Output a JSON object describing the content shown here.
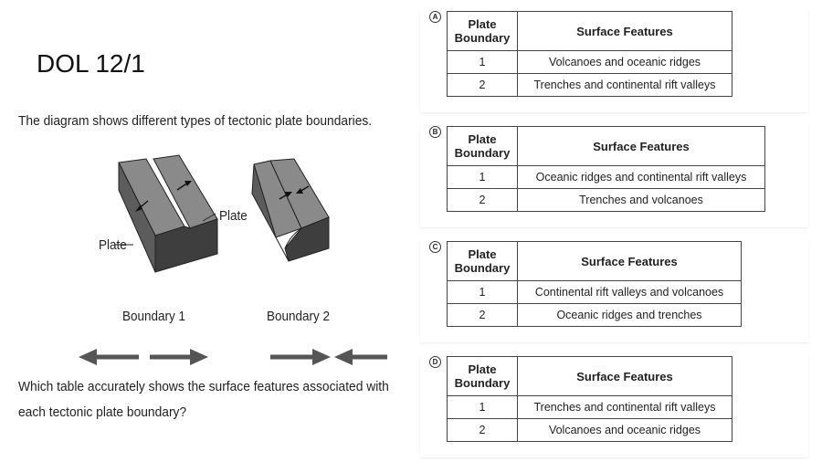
{
  "slide": {
    "title": "DOL 12/1",
    "intro": "The diagram shows different types of tectonic plate boundaries.",
    "question": "Which table accurately shows the surface features associated with each tectonic plate boundary?"
  },
  "diagram": {
    "plate_label_left": "Plate",
    "plate_label_right": "Plate",
    "boundary1_label": "Boundary 1",
    "boundary2_label": "Boundary 2"
  },
  "table_headers": {
    "col1": "Plate Boundary",
    "col2": "Surface Features"
  },
  "options": [
    {
      "letter": "A",
      "rows": [
        {
          "boundary": "1",
          "features": "Volcanoes and oceanic ridges"
        },
        {
          "boundary": "2",
          "features": "Trenches and continental rift valleys"
        }
      ]
    },
    {
      "letter": "B",
      "rows": [
        {
          "boundary": "1",
          "features": "Oceanic ridges and continental rift valleys"
        },
        {
          "boundary": "2",
          "features": "Trenches and volcanoes"
        }
      ]
    },
    {
      "letter": "C",
      "rows": [
        {
          "boundary": "1",
          "features": "Continental rift valleys and volcanoes"
        },
        {
          "boundary": "2",
          "features": "Oceanic ridges and trenches"
        }
      ]
    },
    {
      "letter": "D",
      "rows": [
        {
          "boundary": "1",
          "features": "Trenches and continental rift valleys"
        },
        {
          "boundary": "2",
          "features": "Volcanoes and oceanic ridges"
        }
      ]
    }
  ],
  "colors": {
    "block_face": "#6e6e6e",
    "block_top": "#9a9a9a",
    "block_side": "#3c3c3c",
    "arrow": "#555555"
  }
}
